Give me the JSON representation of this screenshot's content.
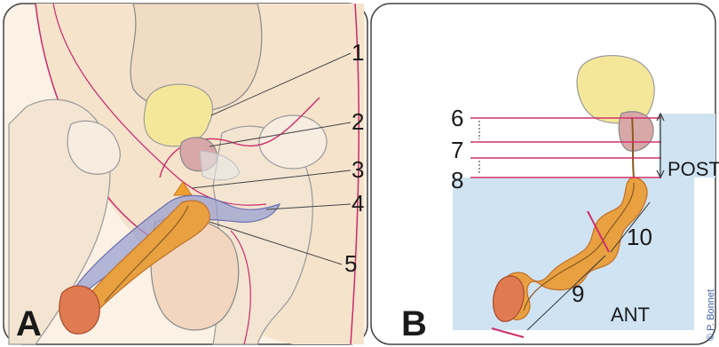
{
  "panel_a": {
    "label": "A",
    "callouts": [
      "1",
      "2",
      "3",
      "4",
      "5"
    ]
  },
  "panel_b": {
    "label": "B",
    "levels": [
      "6",
      "7",
      "8"
    ],
    "segments": [
      "9",
      "10"
    ],
    "zone_post": "POST",
    "zone_ant": "ANT"
  },
  "credit": "© P. Bonnet",
  "colors": {
    "bone": "#f2e2cc",
    "bladder": "#f5e79a",
    "prostate": "#d8a8a8",
    "urethra": "#e8a040",
    "spongy_body": "#9aa0d0",
    "zone_fill": "#cfe3f2",
    "level_line": "#d0306a",
    "outline": "#555555"
  }
}
